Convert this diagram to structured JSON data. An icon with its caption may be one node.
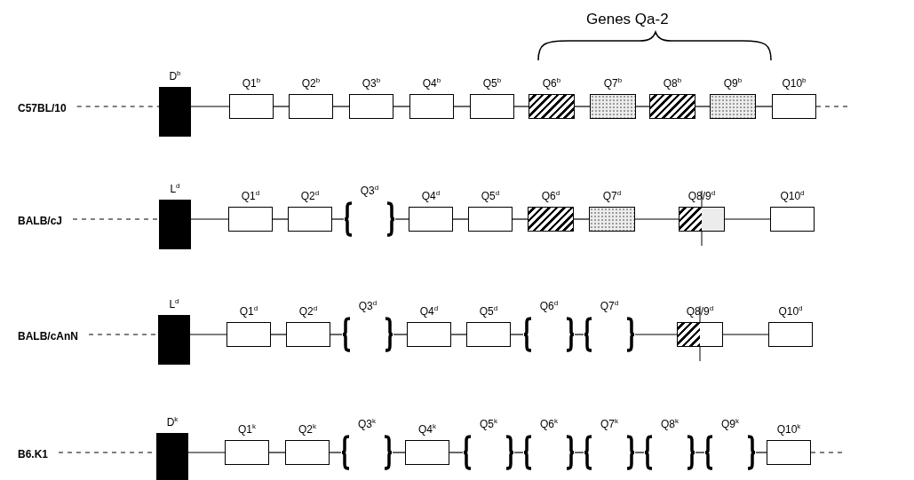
{
  "diagram": {
    "nodes": [
      {
        "text": [
          "C57BL/10"
        ]
      },
      {
        "text": [
          "D$^{b}$"
        ]
      },
      {
        "text": [
          "Q1$^{b}$"
        ]
      },
      {
        "text": [
          "Q2$^{b}$"
        ]
      },
      {
        "text": [
          "Q3$^{b}$"
        ]
      },
      {
        "text": [
          "Q4$^{b}$"
        ]
      },
      {
        "text": [
          "Q5$^{b}$"
        ]
      },
      {
        "text": [
          "Q6$^{b}$"
        ]
      },
      {
        "text": [
          "Q7$^{b}$"
        ]
      },
      {
        "text": [
          "Q8$^{b}$"
        ]
      },
      {
        "text": [
          "Q9$^{b}$"
        ]
      },
      {
        "text": [
          "Q10$^{b}$"
        ]
      },
      {
        "text": [
          "BALB/cJ"
        ]
      },
      {
        "text": [
          "L$^{d}$"
        ]
      },
      {
        "text": [
          "Q1$^{d}$"
        ]
      },
      {
        "text": [
          "Q2$^{d}$"
        ]
      },
      {
        "text": [
          "Q3$^{d}$"
        ]
      },
      {
        "text": [
          "Q4$^{d}$"
        ]
      },
      {
        "text": [
          "Q5$^{d}$"
        ]
      },
      {
        "text": [
          "Q6$^{d}$"
        ]
      },
      {
        "text": [
          "Q7$^{d}$"
        ]
      },
      {
        "text": [
          "Q8/9$^{d}$"
        ]
      },
      {
        "text": [
          "Q10$^{d}$"
        ]
      },
      {
        "text": [
          "BALB/cAnN"
        ]
      },
      {
        "text": [
          "L$^{d}$"
        ]
      },
      {
        "text": [
          "Q1$^{d}$"
        ]
      },
      {
        "text": [
          "Q2$^{d}$"
        ]
      },
      {
        "text": [
          "Q3$^{d}$"
        ]
      },
      {
        "text": [
          "Q4$^{d}$"
        ]
      },
      {
        "text": [
          "Q5$^{d}$"
        ]
      },
      {
        "text": [
          "Q6$^{d}$"
        ]
      },
      {
        "text": [
          "Q7$^{d}$"
        ]
      },
      {
        "text": [
          "Q8/9$^{d}$"
        ]
      },
      {
        "text": [
          "Q10$^{d}$"
        ]
      },
      {
        "text": [
          "B6.K1"
        ]
      },
      {
        "text": [
          "D$^{k}$"
        ]
      },
      {
        "text": [
          "Q1$^{k}$"
        ]
      },
      {
        "text": [
          "Q2$^{k}$"
        ]
      },
      {
        "text": [
          "Q3$^{k}$"
        ]
      },
      {
        "text": [
          "Q4$^{k}$"
        ]
      },
      {
        "text": [
          "Q5$^{k}$"
        ]
      },
      {
        "text": [
          "Q6$^{k}$"
        ]
      },
      {
        "text": [
          "Q7$^{k}$"
        ]
      },
      {
        "text": [
          "Q8$^{k}$"
        ]
      },
      {
        "text": [
          "Q9$^{k}$"
        ]
      },
      {
        "text": [
          "Q10$^{k}$"
        ]
      }
    ],
    "edges": [
      {
        "from": 0,
        "to": 1,
        "arrow": "none",
        "style": "dashed"
      },
      {
        "from": 1,
        "to": 2,
        "arrow": "none"
      },
      {
        "from": 2,
        "to": 3,
        "arrow": "none"
      },
      {
        "from": 3,
        "to": 4,
        "arrow": "none"
      },
      {
        "from": 4,
        "to": 5,
        "arrow": "none"
      },
      {
        "from": 5,
        "to": 6,
        "arrow": "none"
      },
      {
        "from": 6,
        "to": 7,
        "arrow": "none"
      },
      {
        "from": 7,
        "to": 8,
        "arrow": "none"
      },
      {
        "from": 8,
        "to": 9,
        "arrow": "none"
      },
      {
        "from": 9,
        "to": 10,
        "arrow": "none"
      },
      {
        "from": 10,
        "to": 11,
        "arrow": "none"
      },
      {
        "from": 11,
        "to": null,
        "arrow": "none",
        "style": "dashed"
      },
      {
        "from": 12,
        "to": 13,
        "arrow": "none",
        "style": "dashed"
      },
      {
        "from": 13,
        "to": 14,
        "arrow": "none"
      },
      {
        "from": 14,
        "to": 15,
        "arrow": "none"
      },
      {
        "from": 15,
        "to": 16,
        "arrow": "none"
      },
      {
        "from": 16,
        "to": 17,
        "arrow": "none"
      },
      {
        "from": 17,
        "to": 18,
        "arrow": "none"
      },
      {
        "from": 18,
        "to": 19,
        "arrow": "none"
      },
      {
        "from": 19,
        "to": 20,
        "arrow": "none"
      },
      {
        "from": 20,
        "to": 21,
        "arrow": "none"
      },
      {
        "from": 21,
        "to": 22,
        "arrow": "none"
      },
      {
        "from": 23,
        "to": 24,
        "arrow": "none",
        "style": "dashed"
      },
      {
        "from": 24,
        "to": 25,
        "arrow": "none"
      },
      {
        "from": 25,
        "to": 26,
        "arrow": "none"
      },
      {
        "from": 26,
        "to": 27,
        "arrow": "none"
      },
      {
        "from": 27,
        "to": 28,
        "arrow": "none"
      },
      {
        "from": 28,
        "to": 29,
        "arrow": "none"
      },
      {
        "from": 29,
        "to": 30,
        "arrow": "none"
      },
      {
        "from": 30,
        "to": 31,
        "arrow": "none"
      },
      {
        "from": 31,
        "to": 32,
        "arrow": "none"
      },
      {
        "from": 32,
        "to": 33,
        "arrow": "none"
      },
      {
        "from": 34,
        "to": 35,
        "arrow": "none",
        "style": "dashed"
      },
      {
        "from": 35,
        "to": 36,
        "arrow": "none"
      },
      {
        "from": 36,
        "to": 37,
        "arrow": "none"
      },
      {
        "from": 37,
        "to": 38,
        "arrow": "none"
      },
      {
        "from": 38,
        "to": 39,
        "arrow": "none"
      },
      {
        "from": 39,
        "to": 40,
        "arrow": "none"
      },
      {
        "from": 40,
        "to": 41,
        "arrow": "none"
      },
      {
        "from": 41,
        "to": 42,
        "arrow": "none"
      },
      {
        "from": 42,
        "to": 43,
        "arrow": "none"
      },
      {
        "from": 43,
        "to": 44,
        "arrow": "none"
      },
      {
        "from": 44,
        "to": 45,
        "arrow": "none"
      },
      {
        "from": 45,
        "to": null,
        "arrow": "none",
        "style": "dashed"
      }
    ],
    "labels": [
      "Genes Qa-2"
    ]
  }
}
